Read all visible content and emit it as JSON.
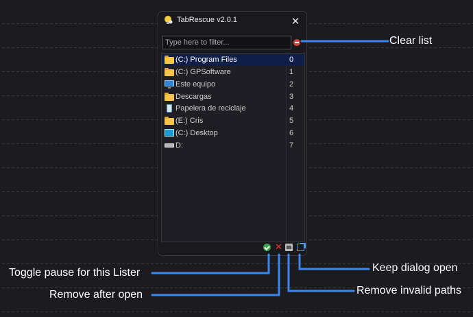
{
  "window": {
    "title": "TabRescue v2.0.1",
    "close_glyph": "✕",
    "icon": "lightbulb-app-icon"
  },
  "filter": {
    "placeholder": "Type here to filter...",
    "value": ""
  },
  "list": {
    "items": [
      {
        "label": "(C:) Program Files",
        "index": "0",
        "icon": "folder-icon",
        "selected": true
      },
      {
        "label": "(C:) GPSoftware",
        "index": "1",
        "icon": "folder-icon",
        "selected": false
      },
      {
        "label": "Este equipo",
        "index": "2",
        "icon": "monitor-icon",
        "selected": false
      },
      {
        "label": "Descargas",
        "index": "3",
        "icon": "folder-icon",
        "selected": false
      },
      {
        "label": "Papelera de reciclaje",
        "index": "4",
        "icon": "recycle-bin-icon",
        "selected": false
      },
      {
        "label": "(E:) Cris",
        "index": "5",
        "icon": "folder-icon",
        "selected": false
      },
      {
        "label": "(C:) Desktop",
        "index": "6",
        "icon": "desktop-icon",
        "selected": false
      },
      {
        "label": "D:",
        "index": "7",
        "icon": "drive-icon",
        "selected": false
      }
    ]
  },
  "toolbar": {
    "x_glyph": "✕"
  },
  "annotations": {
    "clear_list": "Clear list",
    "keep_dialog_open": "Keep dialog open",
    "toggle_pause": "Toggle pause for this Lister",
    "remove_invalid": "Remove invalid paths",
    "remove_after_open": "Remove after open"
  },
  "colors": {
    "accent": "#3b87f0",
    "selection": "#0f1f4a",
    "clear_red": "#d8453a",
    "check_green": "#3aa64a"
  }
}
